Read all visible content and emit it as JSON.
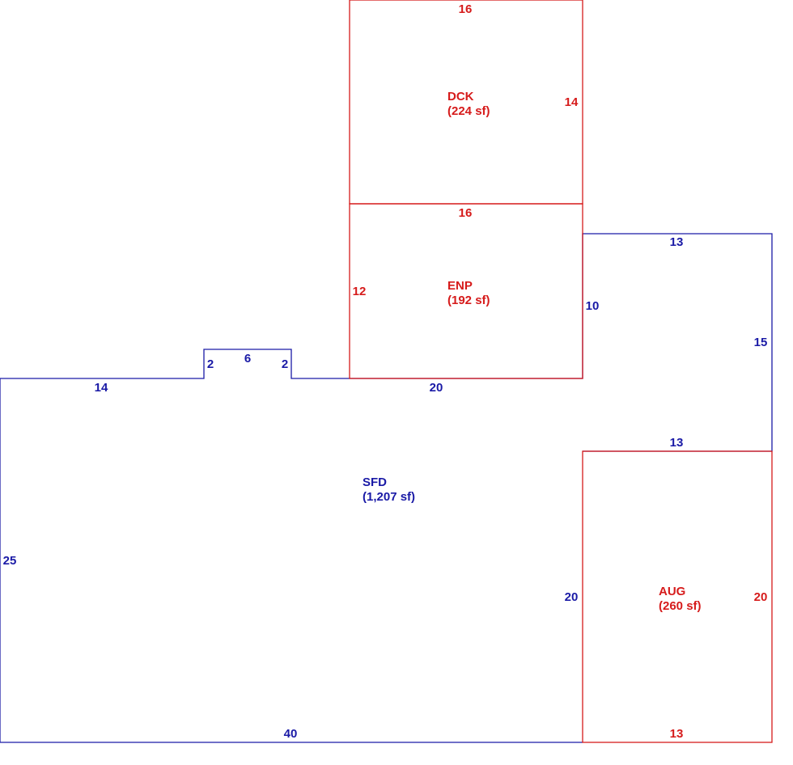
{
  "colors": {
    "sfd": "#1a1aa6",
    "addition": "#d61b1b"
  },
  "areas": {
    "dck": {
      "code": "DCK",
      "size": "(224 sf)"
    },
    "enp": {
      "code": "ENP",
      "size": "(192 sf)"
    },
    "sfd": {
      "code": "SFD",
      "size": "(1,207 sf)"
    },
    "aug": {
      "code": "AUG",
      "size": "(260 sf)"
    }
  },
  "dims": {
    "dck_top": "16",
    "dck_right": "14",
    "enp_top": "16",
    "enp_left": "12",
    "sfd_top_left": "14",
    "bump_left": "2",
    "bump_top": "6",
    "bump_right": "2",
    "sfd_top_mid": "20",
    "sfd_right_upper": "10",
    "wing_top": "13",
    "wing_right": "15",
    "aug_top": "13",
    "sfd_left": "25",
    "sfd_right_lower": "20",
    "sfd_bottom": "40",
    "aug_right": "20",
    "aug_bottom": "13"
  }
}
